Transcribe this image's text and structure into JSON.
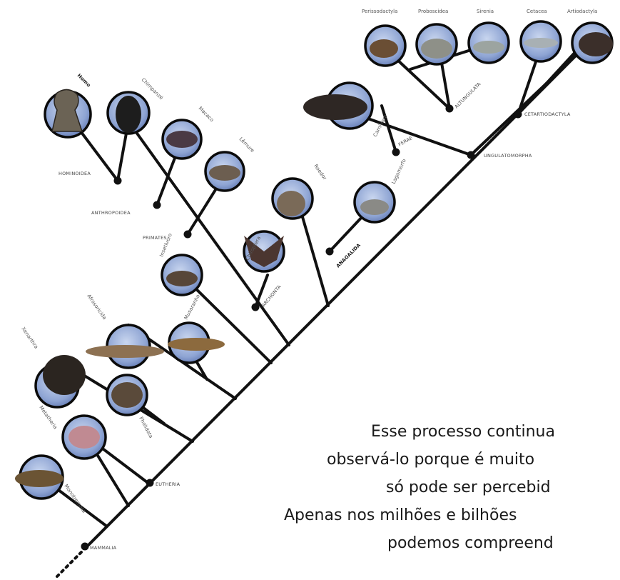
{
  "top_taxa": [
    "Perissodactyla",
    "Proboscidea",
    "Sirenia",
    "Cetacea",
    "Artiodactyla"
  ],
  "taxa": {
    "homo": "Homo",
    "chimpanze": "Chimpanzé",
    "macaco": "Macaco",
    "lemure": "Lêmure",
    "roedor": "Roedor",
    "lagomorfo": "Lagomorfo",
    "carnivoro": "Carnivora",
    "quiroptera": "Chiroptera",
    "insetivoro": "Insetívoro",
    "afrotherio": "Afrosoricida",
    "musaranho": "Musaranho",
    "xenarthra": "Xenarthra",
    "pholidota": "Pholidota",
    "metatheria": "Metatheria",
    "monotremata": "Monotremata"
  },
  "clades": {
    "hominoidea": "HOMINOIDEA",
    "anthropoidea": "ANTHROPOIDEA",
    "primates": "PRIMATES",
    "archonta": "ARCHONTA",
    "anagalida": "ANAGALIDA",
    "ferae": "FERAE",
    "altungulata": "ALTUNGULATA",
    "cetartiodactyla": "CETARTIODACTYLA",
    "ungulatomorpha": "UNGULATOMORPHA",
    "eutheria": "EUTHERIA",
    "mammalia": "MAMMALIA"
  },
  "caption": {
    "line1": "Esse processo continua",
    "line2": "observá-lo porque é muito",
    "line3": "só pode ser percebid",
    "line4": "Apenas nos milhões e bilhões",
    "line5": "podemos compreend"
  },
  "colors": {
    "branch": "#111111",
    "node": "#111111",
    "circle_fill": "#9fb3dc",
    "circle_stroke": "#0b0b0b",
    "text": "#1a1a1a"
  }
}
